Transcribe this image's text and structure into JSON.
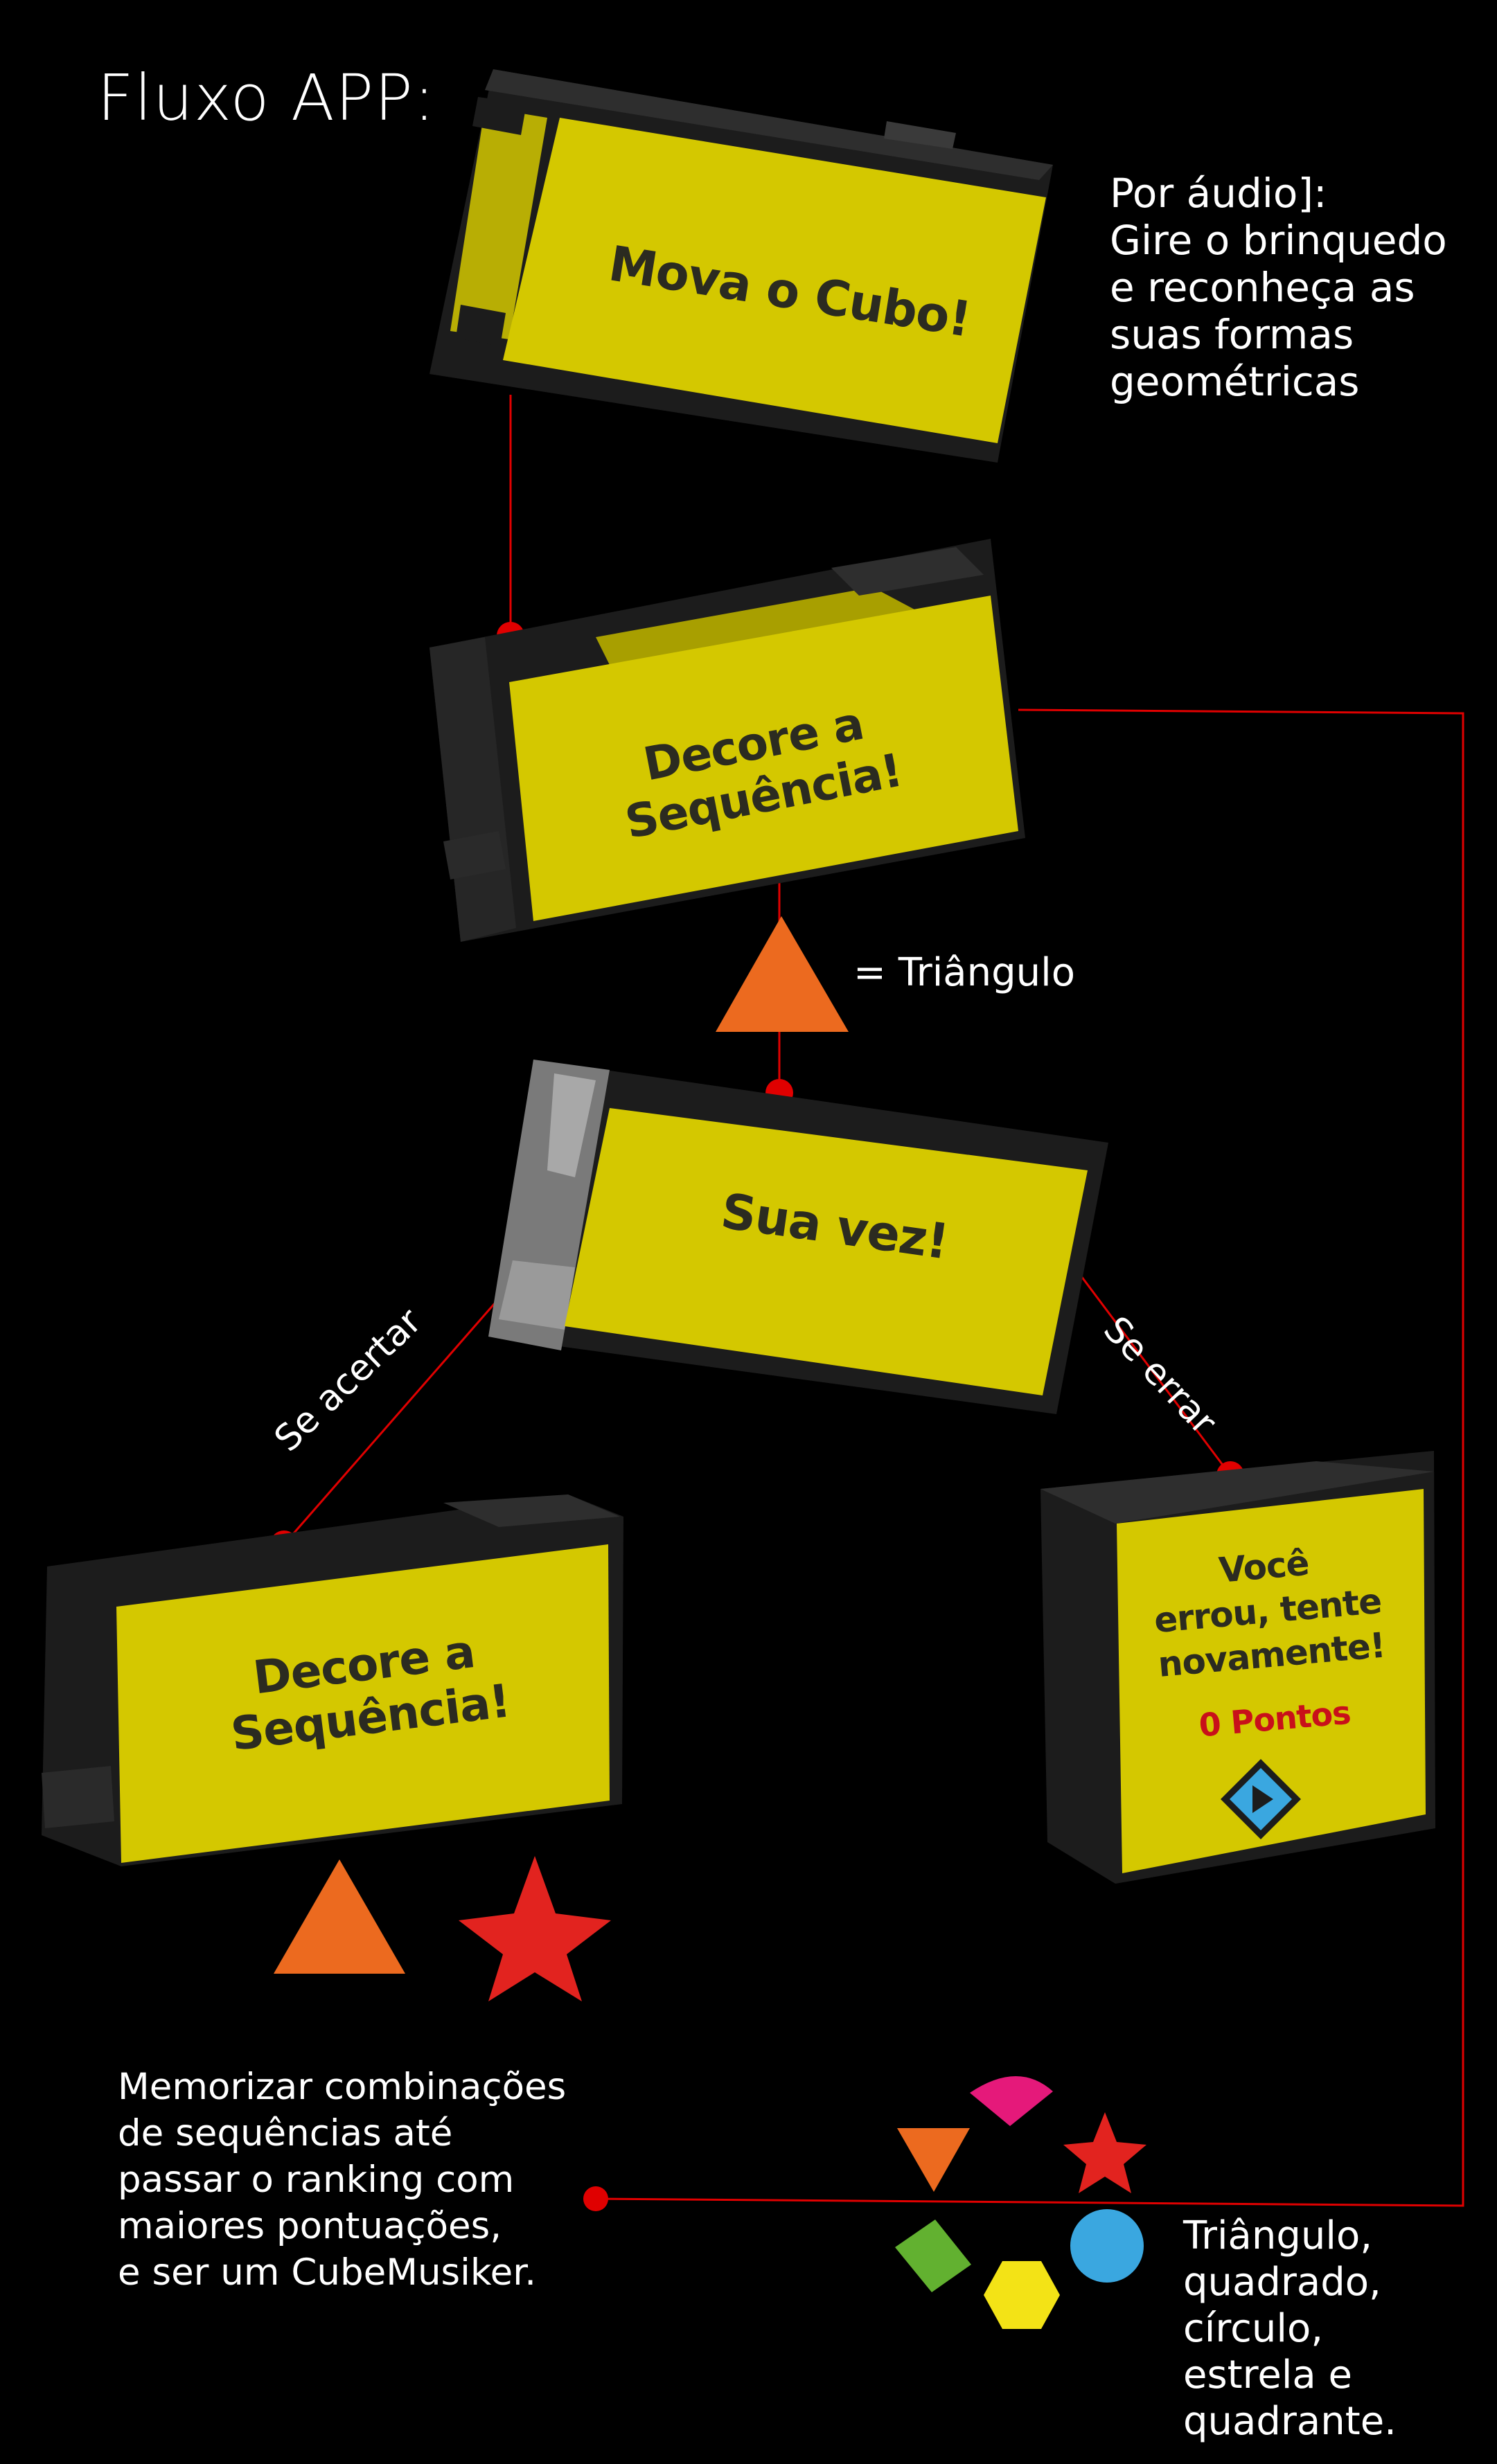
{
  "title": "Fluxo APP:",
  "audio_note": "Por áudio]:\nGire o brinquedo\ne reconheça as\nsuas formas\ngeométricas",
  "cards": {
    "move": "Mova o Cubo!",
    "memorize": "Decore a Sequência!",
    "your_turn": "Sua vez!",
    "memorize_next": "Decore a Sequência!",
    "wrong": "Você\nerrou, tente\nnovamente!",
    "points": "0 Pontos"
  },
  "triangle_label": "= Triângulo",
  "branches": {
    "hit": "Se acertar",
    "miss": "Se errar"
  },
  "memorize_note": "Memorizar combinações\nde sequências até\npassar o ranking com\nmaiores pontuações,\ne ser um CubeMusiker.",
  "shapes_note": "Triângulo,\nquadrado,\ncírculo,\nestrela e\nquadrante.",
  "icons": [
    "play-icon",
    "triangle-shape",
    "star-shape",
    "square-shape",
    "circle-shape",
    "hexagon-shape",
    "quadrant-shape"
  ],
  "colors": {
    "card_face": "#d4c800",
    "card_body": "#1c1c1c",
    "connector": "#e00000",
    "triangle": "#ec6a1f",
    "star": "#e2231f",
    "square": "#62b130",
    "circle": "#3aa7e0",
    "hexagon": "#f3e316",
    "quadrant": "#e5197a",
    "play": "#3aa7e0"
  }
}
